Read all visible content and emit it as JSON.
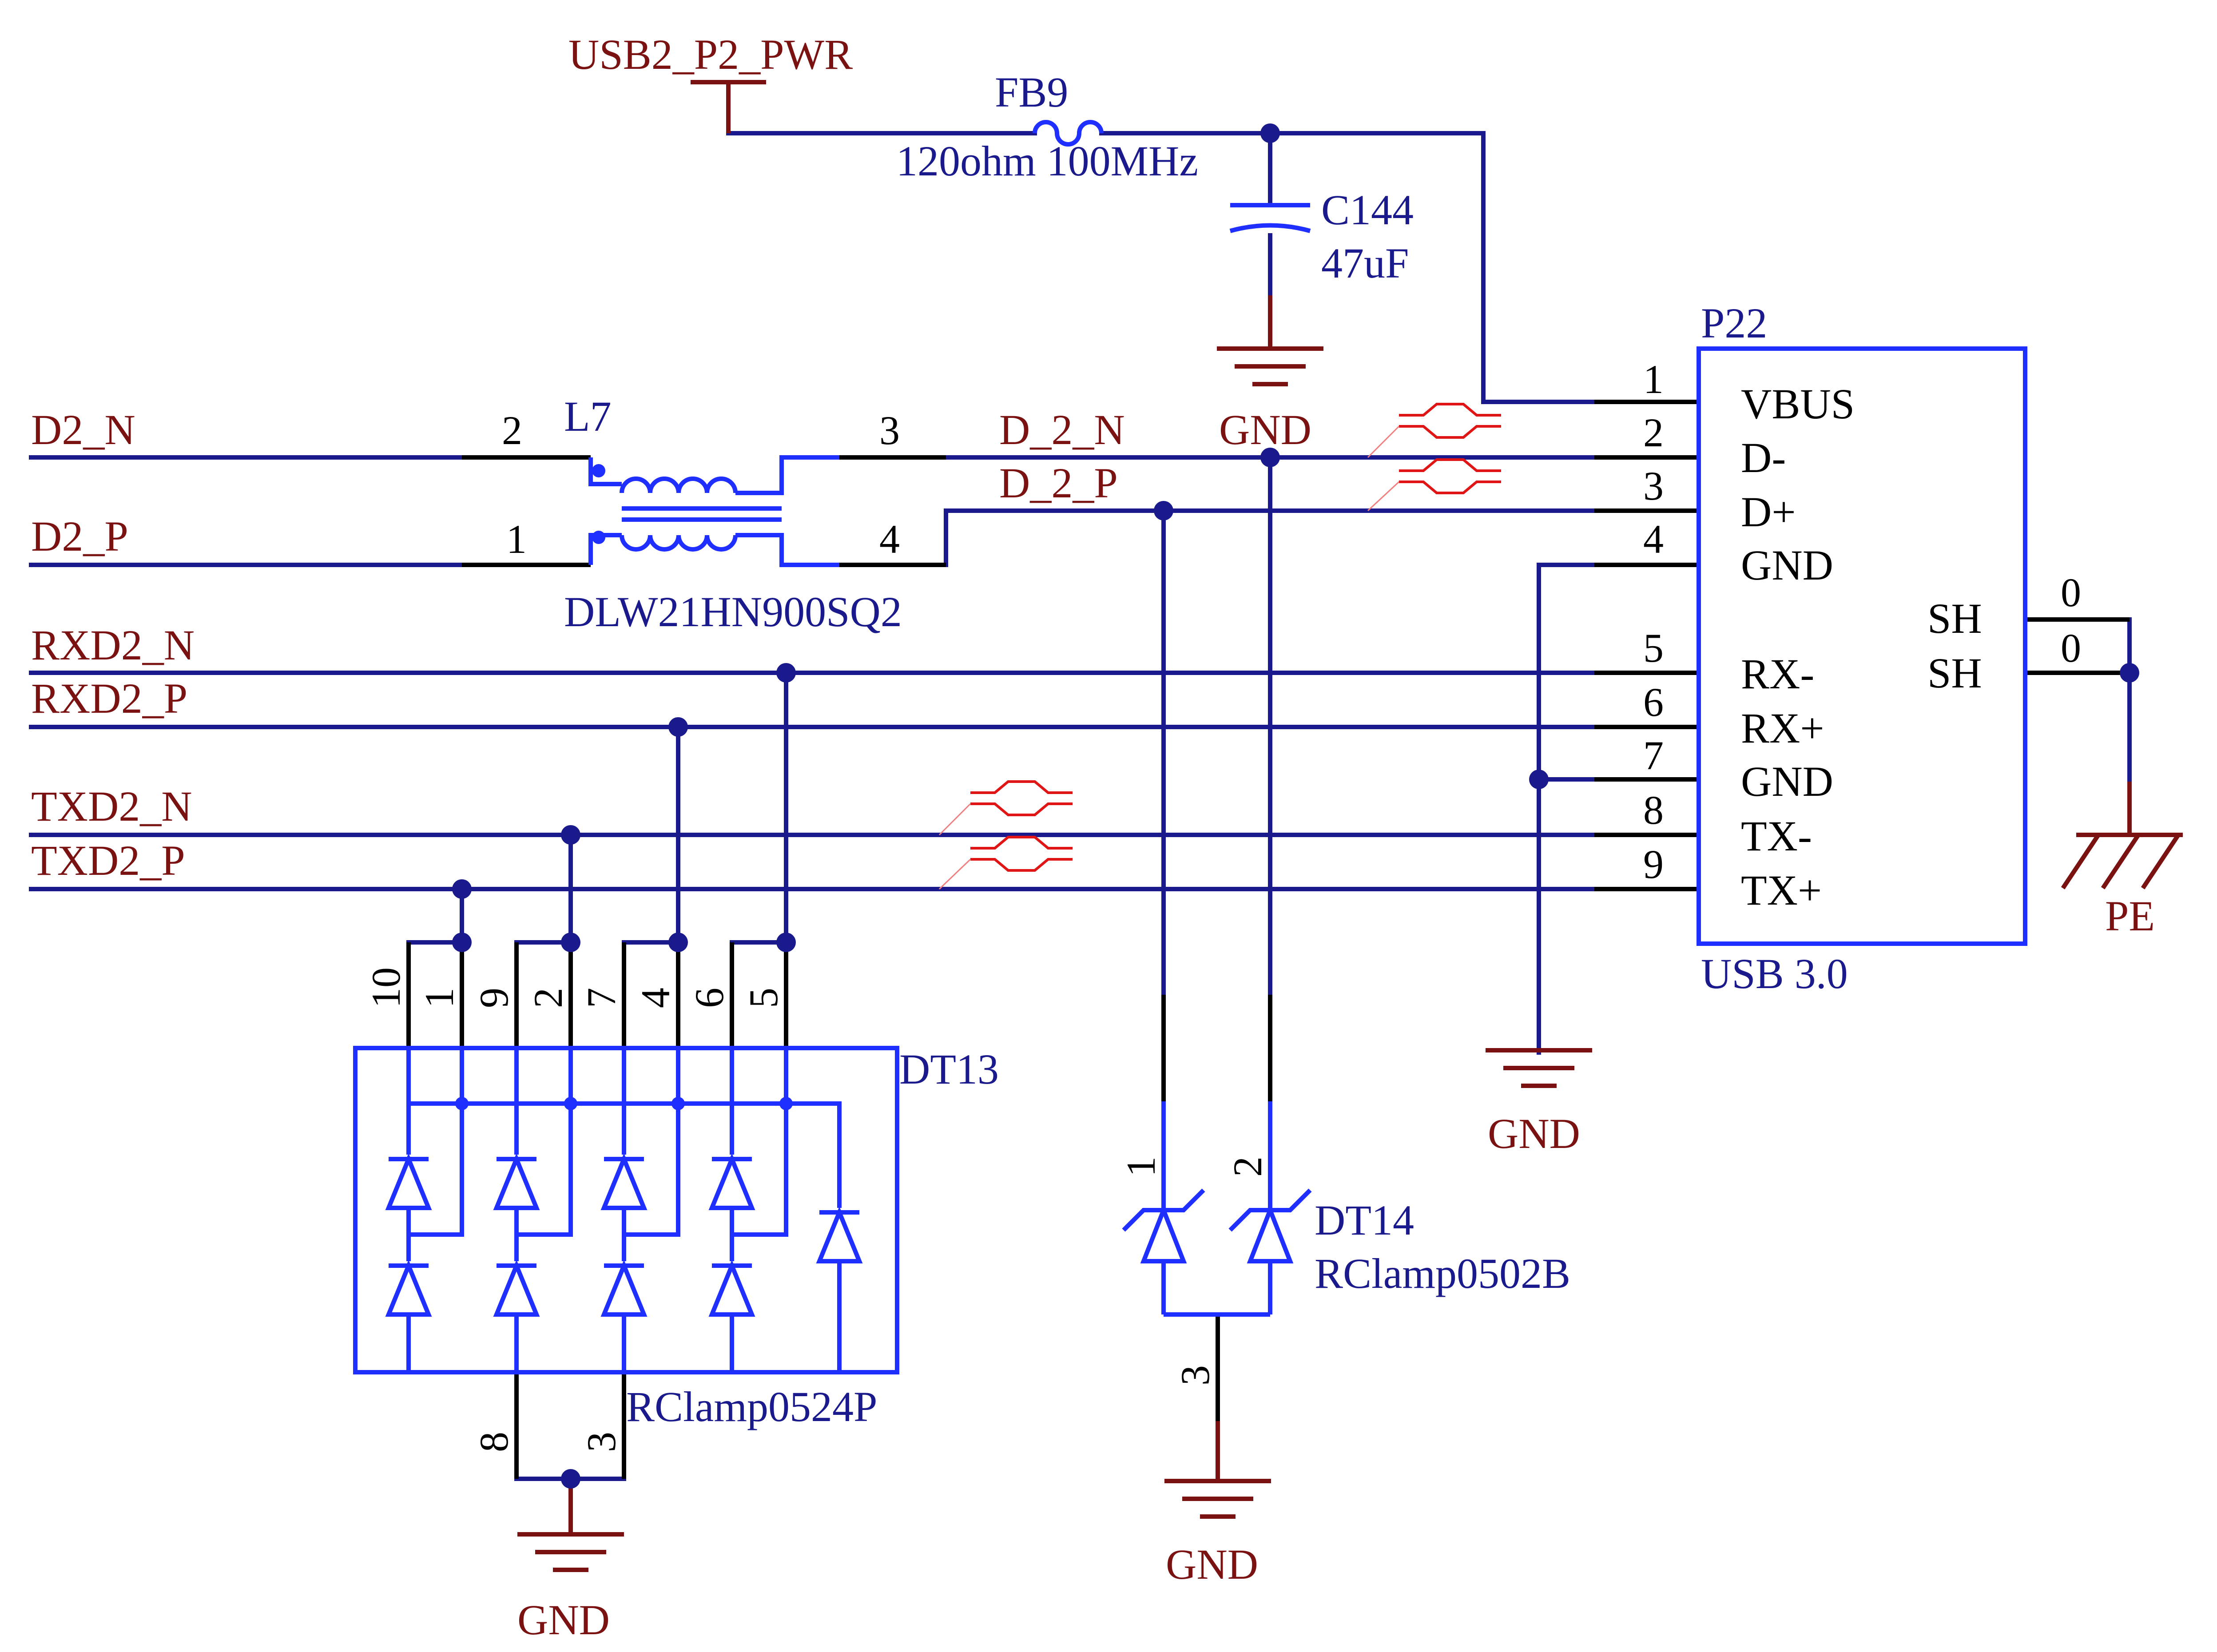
{
  "nets": {
    "usb_pwr": "USB2_P2_PWR",
    "d2_n": "D2_N",
    "d2_p": "D2_P",
    "rxd2_n": "RXD2_N",
    "rxd2_p": "RXD2_P",
    "txd2_n": "TXD2_N",
    "txd2_p": "TXD2_P",
    "d_2_n": "D_2_N",
    "d_2_p": "D_2_P",
    "gnd": "GND",
    "pe": "PE"
  },
  "components": {
    "fb9": {
      "ref": "FB9",
      "value": "120ohm 100MHz"
    },
    "c144": {
      "ref": "C144",
      "value": "47uF"
    },
    "l7": {
      "ref": "L7",
      "value": "DLW21HN900SQ2",
      "pins": [
        "2",
        "1",
        "3",
        "4"
      ]
    },
    "p22": {
      "ref": "P22",
      "value": "USB 3.0",
      "pins": [
        {
          "num": "1",
          "name": "VBUS"
        },
        {
          "num": "2",
          "name": "D-"
        },
        {
          "num": "3",
          "name": "D+"
        },
        {
          "num": "4",
          "name": "GND"
        },
        {
          "num": "5",
          "name": "RX-"
        },
        {
          "num": "6",
          "name": "RX+"
        },
        {
          "num": "7",
          "name": "GND"
        },
        {
          "num": "8",
          "name": "TX-"
        },
        {
          "num": "9",
          "name": "TX+"
        }
      ],
      "shield": [
        {
          "num": "0",
          "name": "SH"
        },
        {
          "num": "0",
          "name": "SH"
        }
      ]
    },
    "dt13": {
      "ref": "DT13",
      "value": "RClamp0524P",
      "top_pins": [
        "10",
        "1",
        "9",
        "2",
        "7",
        "4",
        "6",
        "5"
      ],
      "bottom_pins": [
        "8",
        "3"
      ]
    },
    "dt14": {
      "ref": "DT14",
      "value": "RClamp0502B",
      "pins": [
        "1",
        "2",
        "3"
      ]
    }
  },
  "colors": {
    "wire": "#1a1a8c",
    "component": "#1f2fff",
    "net_label": "#7a1212",
    "diff_pair": "#e01515"
  }
}
